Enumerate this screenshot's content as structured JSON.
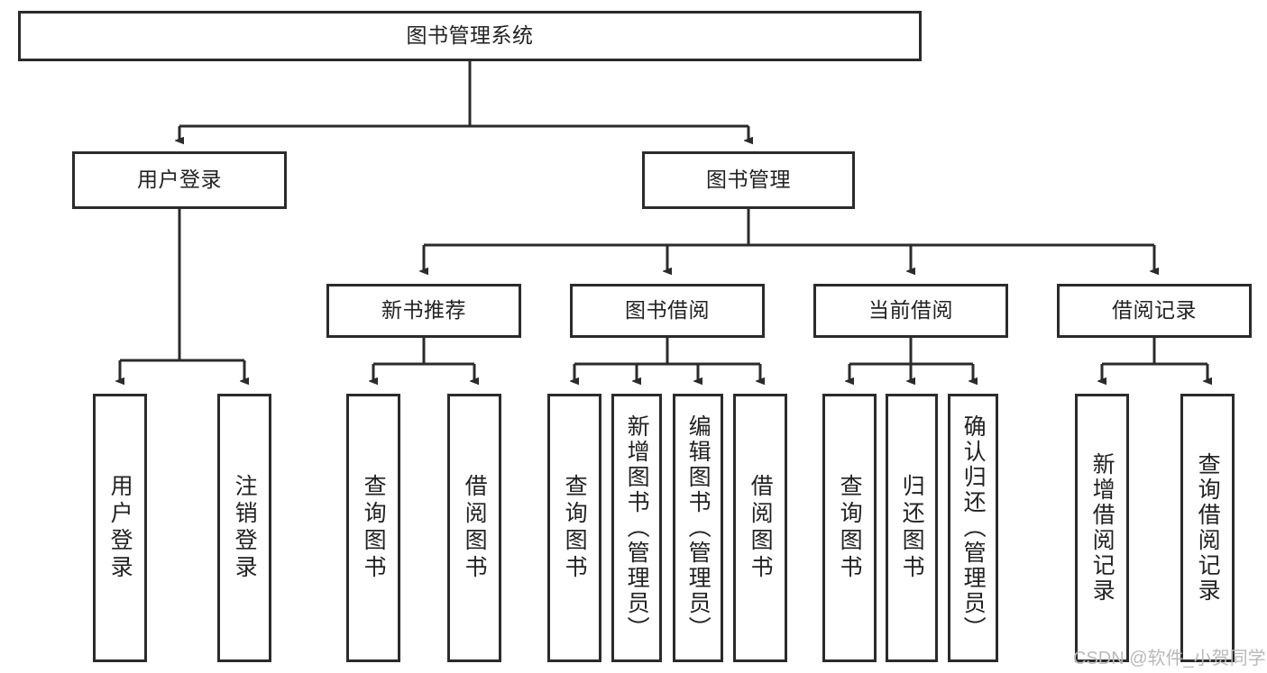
{
  "diagram": {
    "title": "图书管理系统",
    "type": "tree-hierarchy-diagram",
    "colors": {
      "box_border": "#2b2b2b",
      "box_fill": "#ffffff",
      "connector": "#2b2b2b",
      "background": "#ffffff",
      "watermark": "#b9b9b9"
    },
    "nodes": {
      "root": {
        "label": "图书管理系统"
      },
      "level2": [
        {
          "label": "用户登录"
        },
        {
          "label": "图书管理"
        }
      ],
      "level3": [
        {
          "label": "新书推荐"
        },
        {
          "label": "图书借阅"
        },
        {
          "label": "当前借阅"
        },
        {
          "label": "借阅记录"
        }
      ],
      "leaves": {
        "user_login": [
          {
            "label": "用户登录"
          },
          {
            "label": "注销登录"
          }
        ],
        "new_book_recommend": [
          {
            "label": "查询图书"
          },
          {
            "label": "借阅图书"
          }
        ],
        "book_borrow": [
          {
            "label": "查询图书"
          },
          {
            "label": "新增图书（管理员）"
          },
          {
            "label": "编辑图书（管理员）"
          },
          {
            "label": "借阅图书"
          }
        ],
        "current_borrow": [
          {
            "label": "查询图书"
          },
          {
            "label": "归还图书"
          },
          {
            "label": "确认归还（管理员）"
          }
        ],
        "borrow_record": [
          {
            "label": "新增借阅记录"
          },
          {
            "label": "查询借阅记录"
          }
        ]
      }
    },
    "watermark": "CSDN @软件_小贺同学"
  }
}
